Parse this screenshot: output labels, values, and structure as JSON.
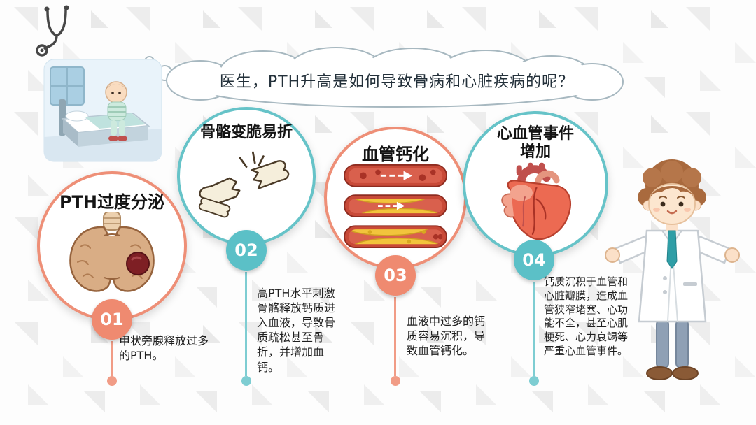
{
  "question": {
    "text": "医生，PTH升高是如何导致骨病和心脏疾病的呢？"
  },
  "steps": [
    {
      "number": "01",
      "title": "PTH过度分泌",
      "description": "甲状旁腺释放过多的PTH。",
      "accent": "#EF8A70"
    },
    {
      "number": "02",
      "title": "骨骼变脆易折",
      "description": "高PTH水平刺激骨骼释放钙质进入血液，导致骨质疏松甚至骨折，并增加血钙。",
      "accent": "#5BC0C7"
    },
    {
      "number": "03",
      "title": "血管钙化",
      "description": "血液中过多的钙质容易沉积，导致血管钙化。",
      "accent": "#EF8A70"
    },
    {
      "number": "04",
      "title": "心血管事件增加",
      "description": "钙质沉积于血管和心脏瓣膜，造成血管狭窄堵塞、心功能不全，甚至心肌梗死、心力衰竭等严重心血管事件。",
      "accent": "#5BC0C7"
    }
  ],
  "colors": {
    "coral": "#EF8A70",
    "teal": "#5BC0C7",
    "plaque_yellow": "#F2C43C",
    "vessel_red": "#C84A38"
  },
  "icons": {
    "stethoscope-icon": "stethoscope",
    "patient-in-bed-illustration": "patient sitting on hospital bed",
    "parathyroid-gland-illustration": "parathyroid gland with dark nodule",
    "broken-bone-illustration": "fractured bone",
    "calcified-vessels-illustration": "three blood vessels with calcified plaque",
    "heart-illustration": "anatomical heart",
    "doctor-illustration": "cartoon doctor in white coat"
  }
}
